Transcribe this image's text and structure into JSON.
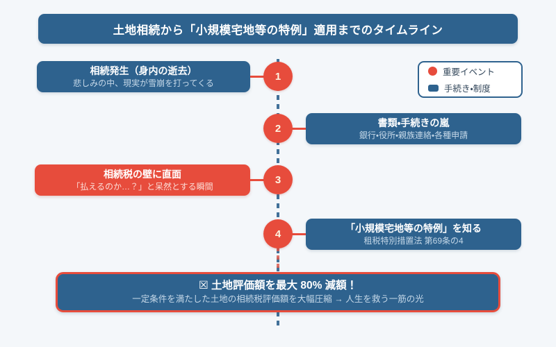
{
  "title": "土地相続から「小規模宅地等の特例」適用までのタイムライン",
  "legend": {
    "event": {
      "label": "重要イベント",
      "color": "#e74c3c"
    },
    "procedure": {
      "label": "手続き・制度",
      "color": "#2e628e"
    }
  },
  "timeline": {
    "steps": [
      {
        "number": "1",
        "side": "left",
        "category": "手続き・制度",
        "title": "相続発生（身内の逝去）",
        "subtitle": "悲しみの中、現実が雪崩を打ってくる"
      },
      {
        "number": "2",
        "side": "right",
        "category": "手続き・制度",
        "title": "書類・手続きの嵐",
        "subtitle": "銀行・役所・親族連絡・各種申請"
      },
      {
        "number": "3",
        "side": "left",
        "category": "重要イベント",
        "title": "相続税の壁に直面",
        "subtitle": "「払えるのか…？」と呆然とする瞬間"
      },
      {
        "number": "4",
        "side": "right",
        "category": "手続き・制度",
        "title": "「小規模宅地等の特例」を知る",
        "subtitle": "租税特別措置法 第69条の4"
      }
    ]
  },
  "result": {
    "title": "☒ 土地評価額を最大 80% 減額！",
    "subtitle": "一定条件を満たした土地の相続税評価額を大幅圧縮 → 人生を救う一筋の光"
  },
  "colors": {
    "navy": "#2e628e",
    "red": "#e74c3c",
    "background": "#f4f7fa"
  }
}
